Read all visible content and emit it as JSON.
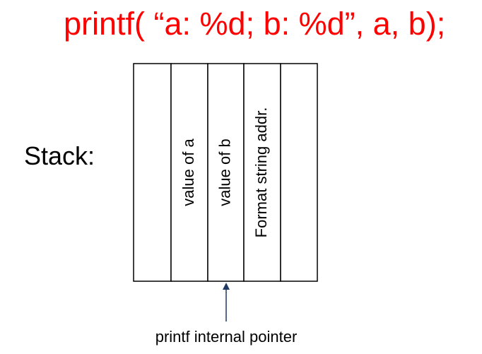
{
  "title": "printf( “a: %d; b: %d”, a, b);",
  "stack_label": "Stack:",
  "cells": [
    {
      "label": ""
    },
    {
      "label": "value of a"
    },
    {
      "label": "value of b"
    },
    {
      "label": "Format string addr."
    },
    {
      "label": ""
    }
  ],
  "pointer_label": "printf internal pointer",
  "pointer_target_cell": 2,
  "colors": {
    "title": "#ff0000",
    "text": "#000000",
    "border": "#000000",
    "arrow": "#1f3864"
  }
}
